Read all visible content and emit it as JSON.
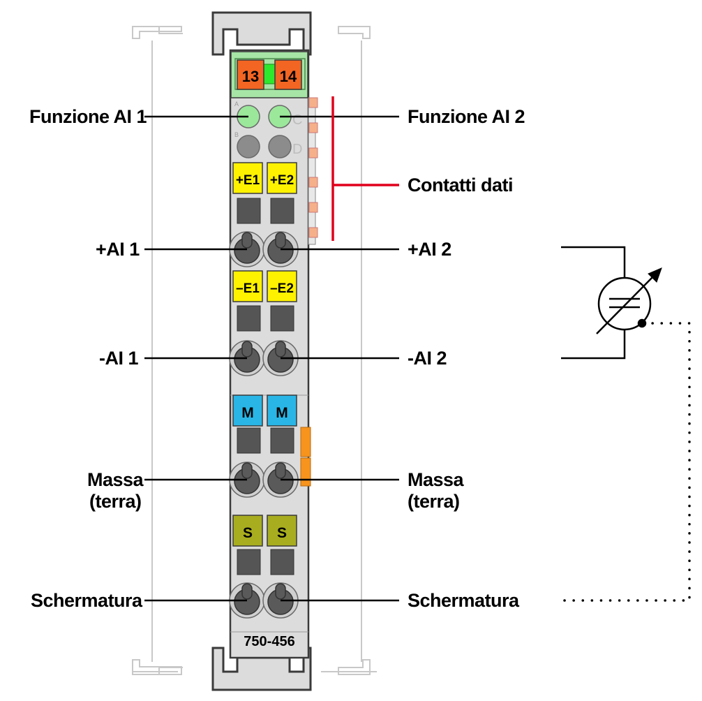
{
  "module": {
    "part_number": "750-456",
    "led_numbers": [
      "13",
      "14"
    ],
    "led_letters": [
      "A",
      "B",
      "C",
      "D"
    ],
    "terminal_tags": {
      "pos": [
        "+E1",
        "+E2"
      ],
      "neg": [
        "–E1",
        "–E2"
      ],
      "mass": [
        "M",
        "M"
      ],
      "shield": [
        "S",
        "S"
      ]
    }
  },
  "labels": {
    "left": {
      "funzione_ai1": "Funzione AI 1",
      "plus_ai1": "+AI 1",
      "minus_ai1": "-AI 1",
      "massa_line1": "Massa",
      "massa_line2": "(terra)",
      "schermatura": "Schermatura"
    },
    "right": {
      "funzione_ai2": "Funzione AI 2",
      "contatti_dati": "Contatti dati",
      "plus_ai2": "+AI 2",
      "minus_ai2": "-AI 2",
      "massa_line1": "Massa",
      "massa_line2": "(terra)",
      "schermatura": "Schermatura"
    }
  },
  "colors": {
    "housing": "#dcdcdc",
    "led_green": "#9be89b",
    "led_grey": "#8c8c8c",
    "led_label_orange": "#f26522",
    "led_header_green": "#a6e5a6",
    "tag_yellow": "#fff200",
    "tag_blue": "#29b6e6",
    "tag_olive": "#a8ad1f",
    "data_contact_red": "#e0001b",
    "power_contact_orange": "#f7941d",
    "data_contact_pad": "#f5b08a",
    "rail_grey": "#c8c8c8"
  },
  "icons": [
    "sensor-symbol-icon",
    "spring-clamp-icon"
  ]
}
